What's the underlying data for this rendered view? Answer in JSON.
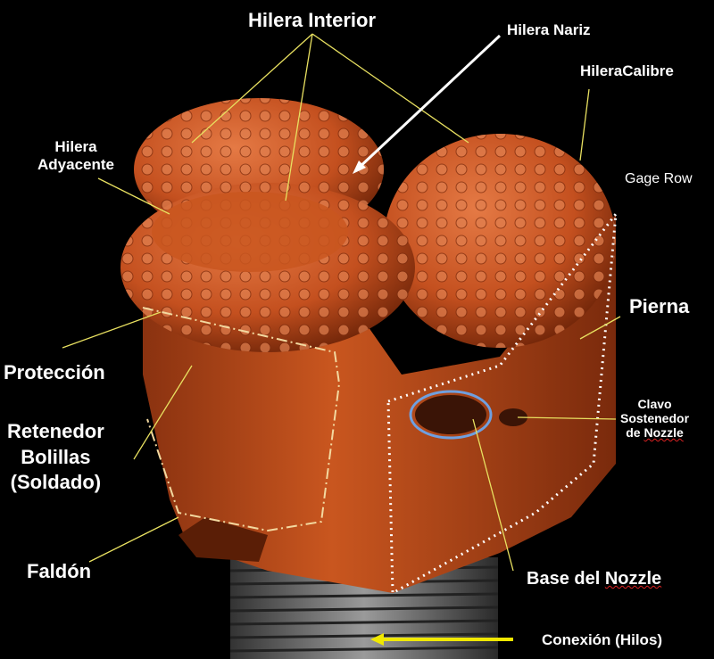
{
  "labels": {
    "hilera_interior": "Hilera Interior",
    "hilera_nariz": "Hilera Nariz",
    "hilera_calibre": "HileraCalibre",
    "gage_row": "Gage Row",
    "hilera_adyacente_1": "Hilera",
    "hilera_adyacente_2": "Adyacente",
    "pierna": "Pierna",
    "proteccion": "Protección",
    "retenedor_1": "Retenedor",
    "retenedor_2": "Bolillas",
    "retenedor_3": "(Soldado)",
    "clavo_1": "Clavo",
    "clavo_2": "Sostenedor",
    "clavo_3": "de ",
    "clavo_3b": "Nozzle",
    "faldon": "Faldón",
    "base_nozzle_a": "Base del ",
    "base_nozzle_b": "Nozzle",
    "conexion": "Conexión (Hilos)"
  },
  "colors": {
    "body": "#c4501f",
    "leader": "#e8e060",
    "arrow_conexion": "#f0e800",
    "nozzle_ring": "#6fa0e0"
  }
}
